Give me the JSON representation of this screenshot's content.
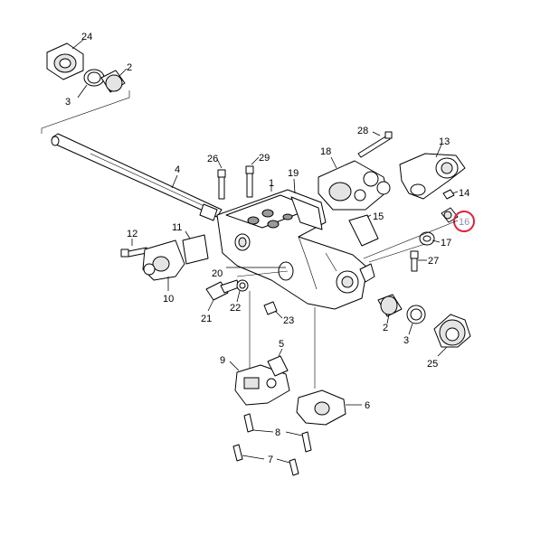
{
  "callouts": {
    "p1": "1",
    "p2a": "2",
    "p3a": "3",
    "p3b": "3",
    "p4": "4",
    "p5": "5",
    "p6": "6",
    "p7": "7",
    "p8": "8",
    "p9": "9",
    "p10": "10",
    "p11": "11",
    "p12": "12",
    "p13": "13",
    "p14": "14",
    "p15": "15",
    "p16": "16",
    "p17": "17",
    "p18": "18",
    "p19": "19",
    "p20": "20",
    "p21": "21",
    "p22": "22",
    "p23": "23",
    "p24": "24",
    "p25": "25",
    "p26": "26",
    "p27": "27",
    "p28": "28",
    "p29": "29",
    "p2b": "2"
  },
  "highlight": {
    "part": "16",
    "color": "#e0203a"
  }
}
